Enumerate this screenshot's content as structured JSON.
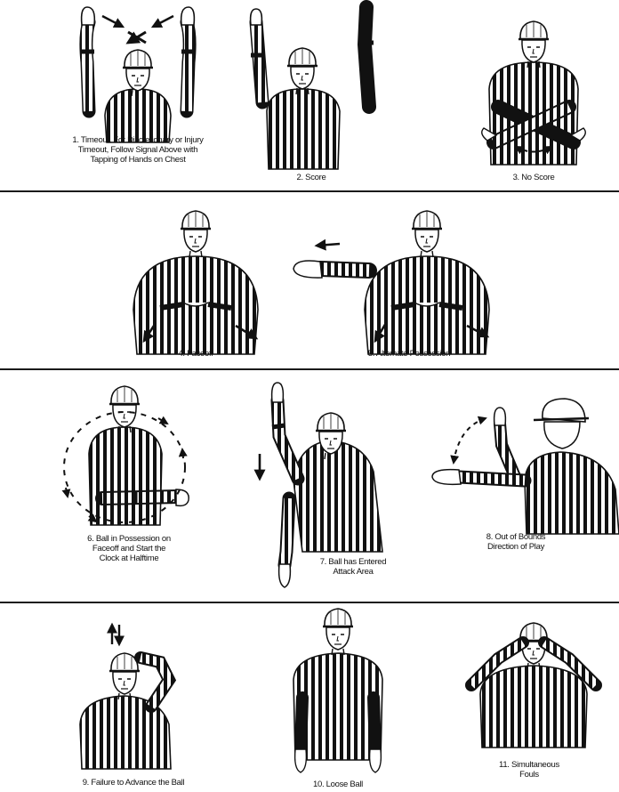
{
  "colors": {
    "ink": "#111111",
    "paper": "#ffffff",
    "rule": "#1a1a1a"
  },
  "signals": [
    {
      "caption": "1. Timeout. For Discretionary or Injury\nTimeout, Follow Signal Above with\nTapping of Hands on Chest"
    },
    {
      "caption": "2. Score"
    },
    {
      "caption": "3. No Score"
    },
    {
      "caption": "4. Faceoff"
    },
    {
      "caption": "5. Alternate Possession"
    },
    {
      "caption": "6. Ball in Possession on\nFaceoff and Start the\nClock at Halftime"
    },
    {
      "caption": "7. Ball has Entered\nAttack Area"
    },
    {
      "caption": "8. Out of Bounds\nDirection of Play"
    },
    {
      "caption": "9. Failure to Advance the Ball"
    },
    {
      "caption": "10. Loose Ball"
    },
    {
      "caption": "11. Simultaneous\nFouls"
    }
  ]
}
